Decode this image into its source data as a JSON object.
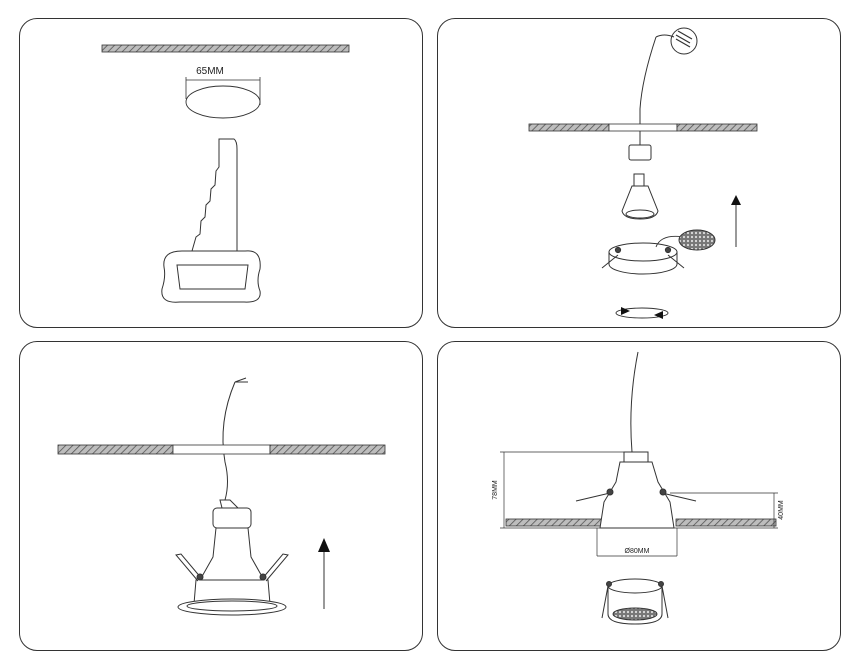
{
  "steps": {
    "cutout": {
      "hole_dimension": "65MM"
    },
    "install": {},
    "mount": {},
    "dimensions": {
      "height_total": "78MM",
      "height_recess": "40MM",
      "diameter": "Ø80MM"
    }
  }
}
